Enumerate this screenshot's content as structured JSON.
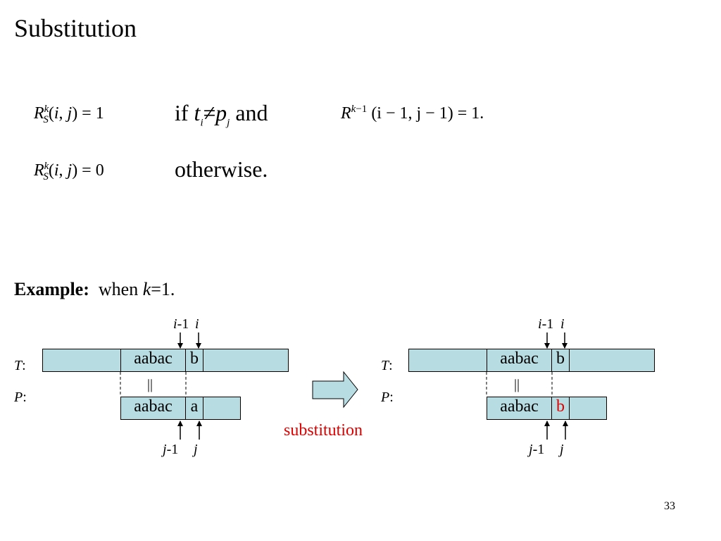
{
  "title": "Substitution",
  "formulas": {
    "row1_lhs": "1",
    "row1_cond_if": "if",
    "row1_cond_and": "and",
    "row1_rhs": "(i − 1, j − 1) = 1.",
    "row2_lhs": "0",
    "row2_otherwise": "otherwise."
  },
  "example": {
    "label": "Example:",
    "text_when": "when",
    "k_var": "k",
    "text_eq": "=1."
  },
  "left_diagram": {
    "t_label": "T",
    "p_label": "P",
    "t_prefix": "aabac",
    "t_char": "b",
    "p_prefix": "aabac",
    "p_char": "a",
    "i_minus": "-1",
    "j_minus": "-1",
    "i_var": "i",
    "j_var": "j",
    "equal_mark": "||"
  },
  "arrow_caption": "substitution",
  "right_diagram": {
    "t_label": "T",
    "p_label": "P",
    "t_prefix": "aabac",
    "t_char": "b",
    "p_prefix": "aabac",
    "p_char": "b",
    "i_minus": "-1",
    "j_minus": "-1",
    "i_var": "i",
    "j_var": "j",
    "equal_mark": "||"
  },
  "page_number": "33",
  "colors": {
    "box_fill": "#b7dde3",
    "accent_red": "#e00000",
    "arrow_fill": "#b7dde3"
  }
}
